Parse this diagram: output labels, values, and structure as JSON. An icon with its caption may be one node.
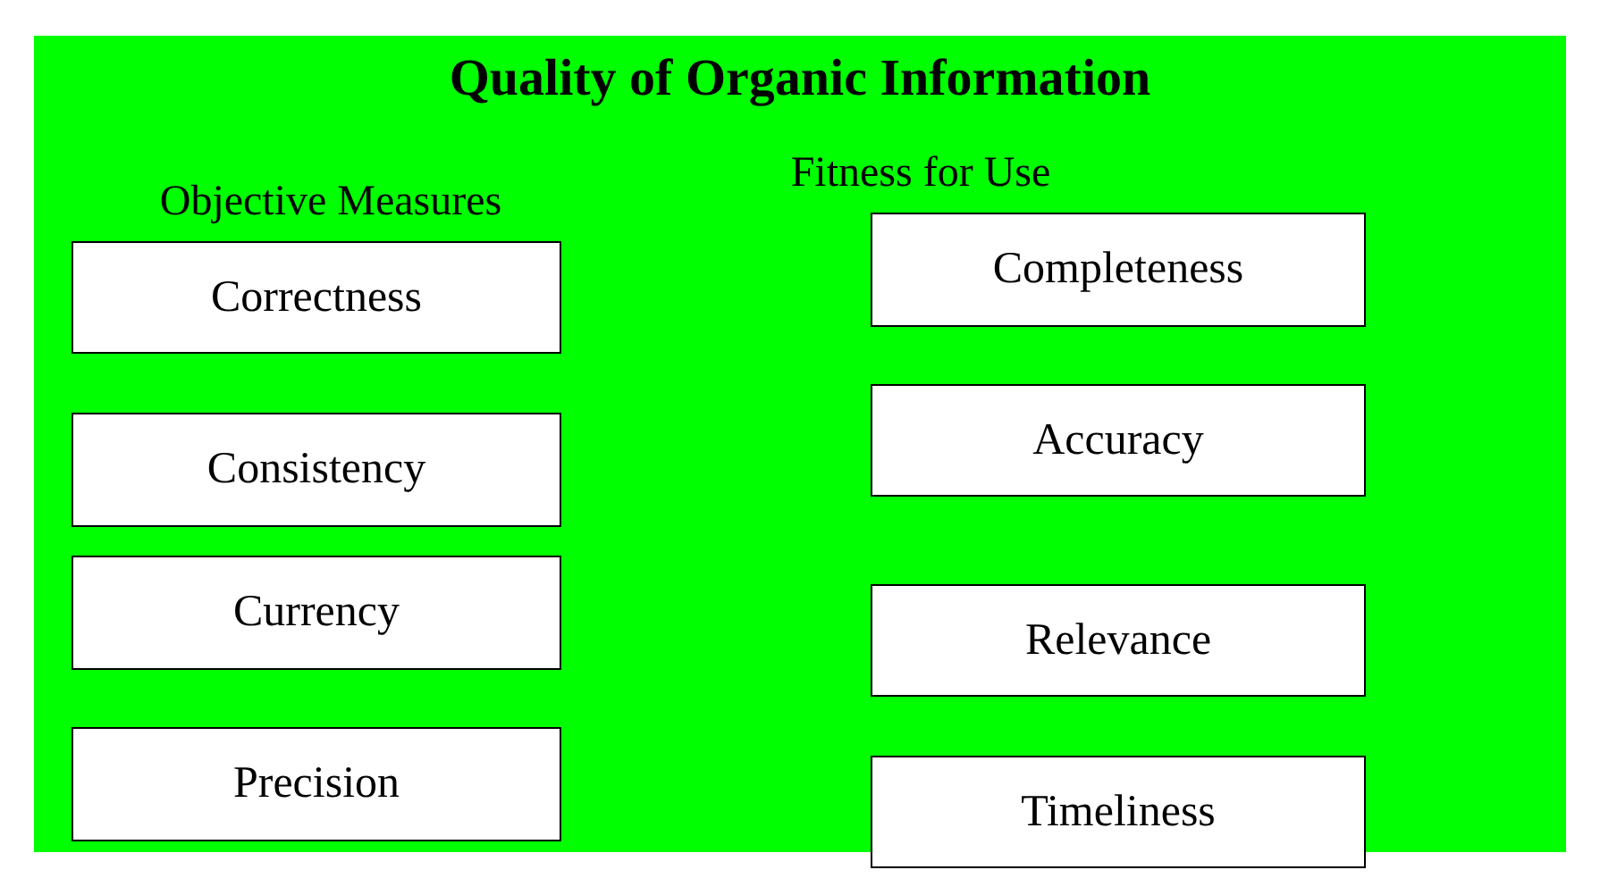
{
  "diagram": {
    "title": "Quality of Organic Information",
    "nodes": [
      {
        "text": [
          "Correctness"
        ]
      },
      {
        "text": [
          "Consistency"
        ]
      },
      {
        "text": [
          "Currency"
        ]
      },
      {
        "text": [
          "Precision"
        ]
      },
      {
        "text": [
          "Completeness"
        ]
      },
      {
        "text": [
          "Accuracy"
        ]
      },
      {
        "text": [
          "Relevance"
        ]
      },
      {
        "text": [
          "Timeliness"
        ]
      }
    ],
    "labels": [
      "Objective Measures",
      "Fitness for Use"
    ]
  }
}
